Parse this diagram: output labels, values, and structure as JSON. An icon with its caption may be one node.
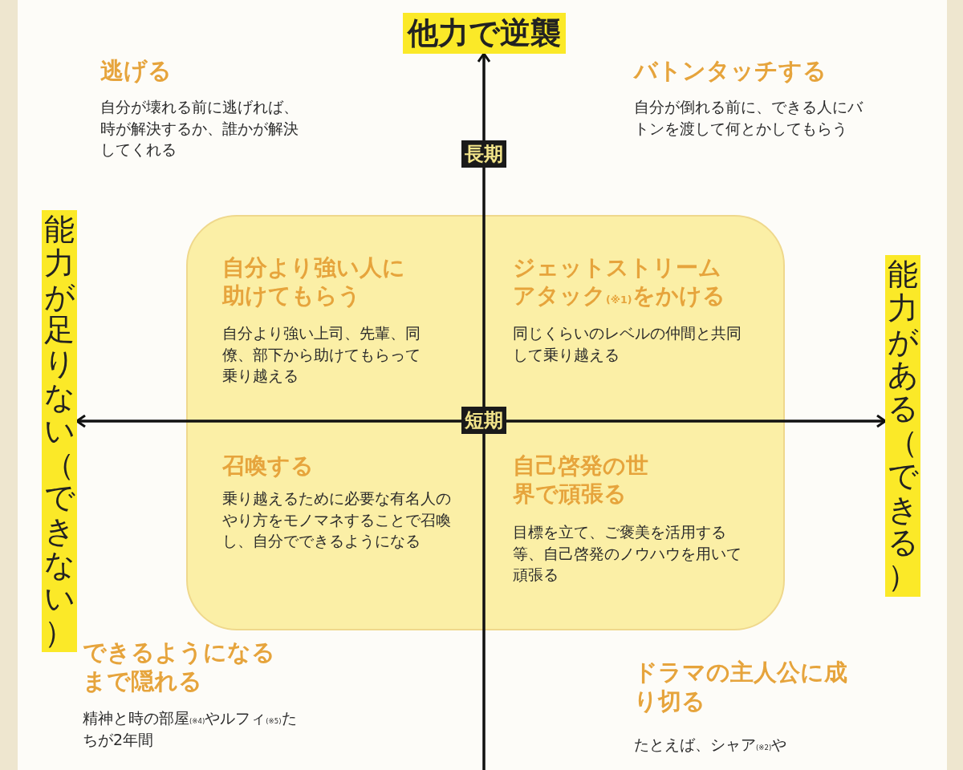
{
  "diagram": {
    "nodes": [
      {
        "text": [
          "他力で逆襲"
        ]
      },
      {
        "text": [
          "能力が足りない（できない）"
        ]
      },
      {
        "text": [
          "能力がある（できる）"
        ]
      }
    ],
    "edges": [
      {
        "from": null,
        "to": 0,
        "arrow": "to"
      },
      {
        "from": 1,
        "to": 2,
        "arrow": "both"
      }
    ],
    "labels": [
      "逃げる",
      "自分が壊れる前に逃げれば、時が解決するか、誰かが解決してくれる",
      "バトンタッチする",
      "自分が倒れる前に、できる人にバトンを渡して何とかしてもらう",
      "長期",
      "自分より強い人に助けてもらう",
      "自分より強い上司、先輩、同僚、部下から助けてもらって乗り越える",
      "ジェットストリームアタック$_{(※1)}$をかける",
      "同じくらいのレベルの仲間と共同して乗り越える",
      "短期",
      "召喚する",
      "乗り越えるために必要な有名人のやり方をモノマネすることで召喚し、自分でできるようになる",
      "自己啓発の世界で頑張る",
      "目標を立て、ご褒美を活用する等、自己啓発のノウハウを用いて頑張る",
      "できるようになるまで隠れる",
      "精神と時の部屋$_{(※4)}$やルフィ$_{(※5)}$たちが2年間",
      "ドラマの主人公に成り切る",
      "たとえば、シャア$_{(※2)}$や"
    ]
  }
}
